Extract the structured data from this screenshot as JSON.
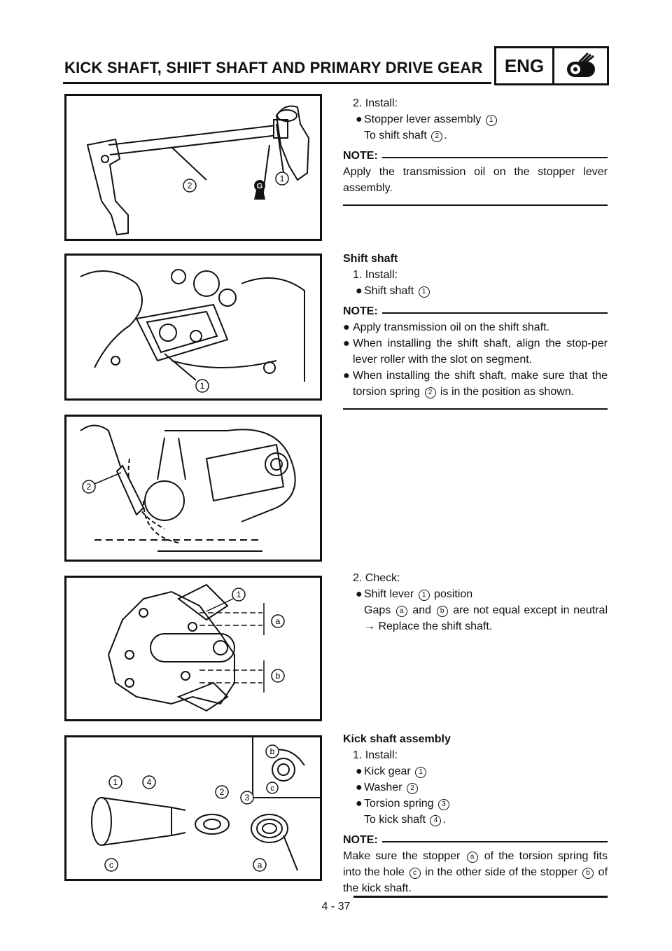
{
  "header": {
    "title": "KICK SHAFT, SHIFT SHAFT AND PRIMARY DRIVE GEAR",
    "section_label": "ENG",
    "section_icon": "engine-wrench-icon"
  },
  "figures": {
    "fig1": {
      "callouts": [
        "1",
        "2"
      ],
      "grease_mark": "G"
    },
    "fig2": {
      "callouts": [
        "1"
      ]
    },
    "fig3": {
      "callouts": [
        "2"
      ]
    },
    "fig4": {
      "callouts": [
        "1",
        "a",
        "b"
      ]
    },
    "fig5": {
      "callouts": [
        "1",
        "4",
        "2",
        "3",
        "b",
        "c",
        "c",
        "a"
      ]
    }
  },
  "sec1": {
    "step": "2. Install:",
    "item": "Stopper lever assembly",
    "item_ref": "1",
    "item2_pre": "To shift shaft",
    "item2_ref": "2",
    "item2_post": ".",
    "note_label": "NOTE:",
    "note_text": "Apply the transmission oil on the stopper lever assembly."
  },
  "sec2": {
    "heading": "Shift shaft",
    "step": "1. Install:",
    "item": "Shift shaft",
    "item_ref": "1",
    "note_label": "NOTE:",
    "note1": "Apply transmission oil on the shift shaft.",
    "note2": "When installing the shift shaft, align the stop-per lever roller with the slot on segment.",
    "note3_pre": "When installing the shift shaft, make sure that the torsion spring",
    "note3_ref": "2",
    "note3_post": "is in the position as shown."
  },
  "sec3": {
    "step": "2. Check:",
    "item": "Shift lever",
    "item_ref": "1",
    "item_post": "position",
    "line_pre": "Gaps",
    "ref_a": "a",
    "and": "and",
    "ref_b": "b",
    "line_post": "are not equal except in neutral → Replace the shift shaft."
  },
  "sec4": {
    "heading": "Kick shaft assembly",
    "step": "1. Install:",
    "items": [
      {
        "label": "Kick gear",
        "ref": "1"
      },
      {
        "label": "Washer",
        "ref": "2"
      },
      {
        "label": "Torsion spring",
        "ref": "3"
      }
    ],
    "to_pre": "To kick shaft",
    "to_ref": "4",
    "to_post": ".",
    "note_label": "NOTE:",
    "note_pre": "Make sure the stopper",
    "note_ref_a": "a",
    "note_mid1": "of the torsion spring fits into the hole",
    "note_ref_c": "c",
    "note_mid2": "in the other side of the stopper",
    "note_ref_b": "b",
    "note_post": "of the kick shaft."
  },
  "footer": {
    "page": "4 - 37"
  }
}
